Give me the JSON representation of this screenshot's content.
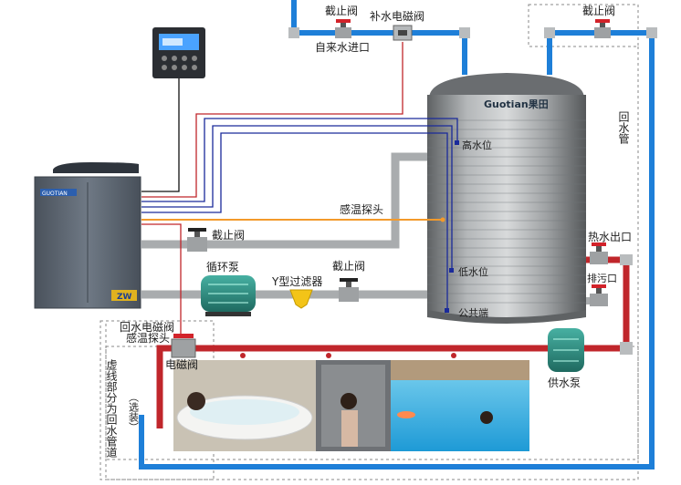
{
  "labels": {
    "stop_valve_top": "截止阀",
    "makeup_solenoid": "补水电磁阀",
    "tap_inlet": "自来水进口",
    "stop_valve_top_right": "截止阀",
    "return_pipe": "回水管",
    "high_level": "高水位",
    "temp_probe_tank": "感温探头",
    "stop_valve_upper": "截止阀",
    "circulation_pump": "循环泵",
    "y_filter": "Y型过滤器",
    "stop_valve_lower": "截止阀",
    "low_level": "低水位",
    "common_end": "公共端",
    "hot_water_outlet": "热水出口",
    "drain_outlet": "排污口",
    "return_solenoid": "回水电磁阀",
    "temp_probe_return": "感温探头",
    "solenoid_valve": "电磁阀",
    "supply_pump": "供水泵",
    "dashed_note": "虚线部分为回水管道",
    "optional": "（选装）"
  },
  "brand": {
    "tank_logo": "Guotian果田",
    "unit_badge": "ZW",
    "unit_logo": "GUOTIAN"
  },
  "colors": {
    "blue_pipe": "#1e7fd8",
    "red_pipe": "#c0262b",
    "grey_pipe": "#a9acae",
    "sensor_wire": "#f39a2b",
    "unit_body": "#5d6774",
    "tank_body": "#8a8d90",
    "valve_red": "#d2232a",
    "pump_green": "#2f8a7e",
    "filter_yellow": "#f3c418"
  },
  "icons": {
    "controller": "wall-controller-icon",
    "heat_pump": "heat-pump-unit-icon",
    "tank": "water-tank-icon",
    "valve": "stop-valve-icon",
    "pump": "pump-icon",
    "filter": "y-filter-icon",
    "photos": "scene-photo-icon"
  }
}
